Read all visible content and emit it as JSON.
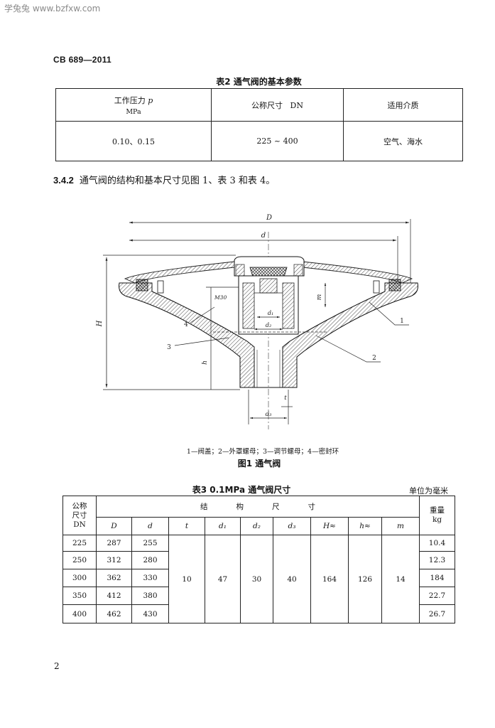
{
  "watermark": "学兔兔 www.bzfxw.com",
  "standard_code": "CB 689—2011",
  "table2": {
    "title": "表2  通气阀的基本参数",
    "header": {
      "pressure_label": "工作压力",
      "pressure_symbol": "p",
      "pressure_unit": "MPa",
      "size_label": "公称尺寸",
      "size_symbol": "DN",
      "medium_label": "适用介质"
    },
    "row": {
      "pressure": "0.10、0.15",
      "size": "225 ~ 400",
      "medium": "空气、海水"
    }
  },
  "clause": {
    "number": "3.4.2",
    "text": "通气阀的结构和基本尺寸见图 1、表 3 和表 4。"
  },
  "figure1": {
    "labels": {
      "D": "D",
      "d": "d",
      "H": "H",
      "h": "h",
      "M30": "M30",
      "m": "m",
      "d1": "d₁",
      "d2": "d₂",
      "d3": "d₃",
      "t": "t",
      "callout_1": "1",
      "callout_2": "2",
      "callout_3": "3",
      "callout_4": "4"
    },
    "legend": "1—阀盖；2—外罩螺母；3—调节螺母；4—密封环",
    "caption": "图1  通气阀"
  },
  "table3": {
    "title": "表3  0.1MPa 通气阀尺寸",
    "unit_note": "单位为毫米",
    "header": {
      "dn": [
        "公称",
        "尺寸",
        "DN"
      ],
      "structure": "结构尺寸",
      "weight": [
        "重量",
        "kg"
      ],
      "columns": [
        "D",
        "d",
        "t",
        "d₁",
        "d₂",
        "d₃",
        "H≈",
        "h≈",
        "m"
      ]
    },
    "rows": [
      {
        "dn": "225",
        "D": "287",
        "d": "255",
        "weight": "10.4"
      },
      {
        "dn": "250",
        "D": "312",
        "d": "280",
        "weight": "12.3"
      },
      {
        "dn": "300",
        "D": "362",
        "d": "330",
        "weight": "184"
      },
      {
        "dn": "350",
        "D": "412",
        "d": "380",
        "weight": "22.7"
      },
      {
        "dn": "400",
        "D": "462",
        "d": "430",
        "weight": "26.7"
      }
    ],
    "common": {
      "t": "10",
      "d1": "47",
      "d2": "30",
      "d3": "40",
      "H": "164",
      "h": "126",
      "m": "14"
    }
  },
  "page_number": "2"
}
